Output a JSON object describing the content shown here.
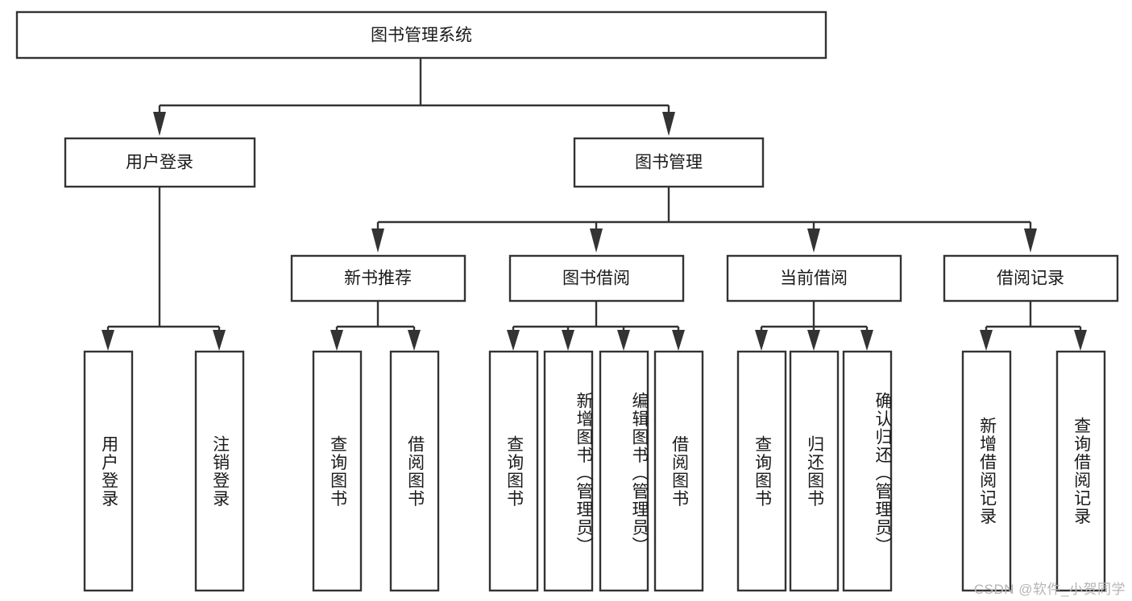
{
  "diagram": {
    "title": "图书管理系统",
    "type": "tree",
    "orientation": "top-down",
    "watermark": "CSDN @软件_小贺同学",
    "colors": {
      "box_stroke": "#333333",
      "box_fill": "#ffffff",
      "text": "#1a1a1a",
      "connector": "#333333",
      "background": "#ffffff",
      "watermark": "#b5b5b5"
    },
    "root": {
      "label": "图书管理系统"
    },
    "level2": [
      {
        "label": "用户登录"
      },
      {
        "label": "图书管理"
      }
    ],
    "level3": [
      {
        "label": "新书推荐"
      },
      {
        "label": "图书借阅"
      },
      {
        "label": "当前借阅"
      },
      {
        "label": "借阅记录"
      }
    ],
    "leaves": {
      "user_login": [
        {
          "label": "用户登录"
        },
        {
          "label": "注销登录"
        }
      ],
      "new_book_recommend": [
        {
          "label": "查询图书"
        },
        {
          "label": "借阅图书"
        }
      ],
      "book_borrow": [
        {
          "label": "查询图书"
        },
        {
          "label": "新增图书（管理员）"
        },
        {
          "label": "编辑图书（管理员）"
        },
        {
          "label": "借阅图书"
        }
      ],
      "current_borrow": [
        {
          "label": "查询图书"
        },
        {
          "label": "归还图书"
        },
        {
          "label": "确认归还（管理员）"
        }
      ],
      "borrow_record": [
        {
          "label": "新增借阅记录"
        },
        {
          "label": "查询借阅记录"
        }
      ]
    }
  }
}
